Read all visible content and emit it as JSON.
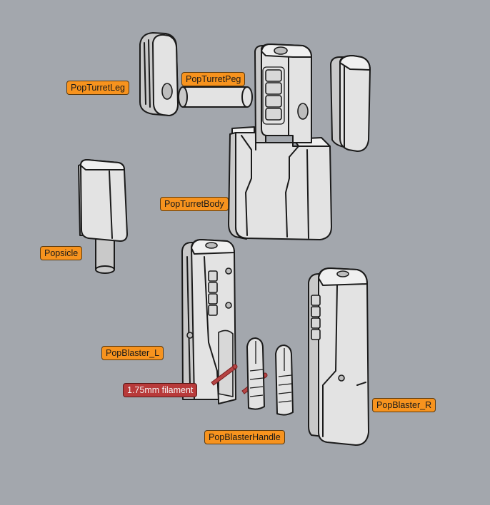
{
  "labels": {
    "pop_turret_leg": "PopTurretLeg",
    "pop_turret_peg": "PopTurretPeg",
    "pop_turret_body": "PopTurretBody",
    "popsicle": "Popsicle",
    "pop_blaster_l": "PopBlaster_L",
    "filament": "1.75mm filament",
    "pop_blaster_r": "PopBlaster_R",
    "pop_blaster_handle": "PopBlasterHandle"
  },
  "colors": {
    "background": "#a3a7ad",
    "label_fill": "#f7931e",
    "filament_label_fill": "#b83a3a",
    "filament_part": "#b64444"
  }
}
